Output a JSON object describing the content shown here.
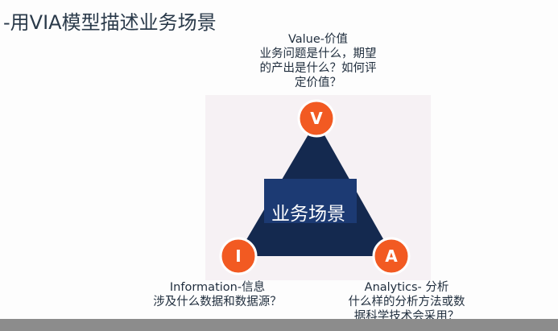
{
  "title": "-用VIA模型描述业务场景",
  "center": "业务场景",
  "nodes": {
    "v": {
      "letter": "V",
      "heading": "Value-价值",
      "lines": [
        "业务问题是什么，期望",
        "的产出是什么？如何评",
        "定价值？"
      ]
    },
    "i": {
      "letter": "I",
      "heading": "Information-信息",
      "lines": [
        "涉及什么数据和数据源？"
      ]
    },
    "a": {
      "letter": "A",
      "heading": "Analytics- 分析",
      "lines": [
        "什么样的分析方法或数",
        "据科学技术会采用？"
      ]
    }
  },
  "colors": {
    "triangle": "#14294f",
    "center_box": "#1c3a73",
    "circle": "#f25a22",
    "circle_border": "#ffffff"
  }
}
